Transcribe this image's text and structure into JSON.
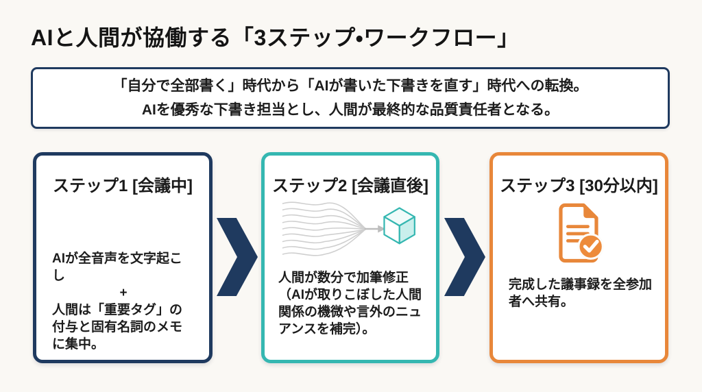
{
  "title": "AIと人間が協働する「3ステップ・ワークフロー」",
  "intro": {
    "line1": "「自分で全部書く」時代から「AIが書いた下書きを直す」時代への転換。",
    "line2": "AIを優秀な下書き担当とし、人間が最終的な品質責任者となる。"
  },
  "steps": [
    {
      "title": "ステップ1 [会議中]",
      "body_line1": "AIが全音声を文字起こし",
      "body_plus": "+",
      "body_line2": "人間は「重要タグ」の付与と固有名詞のメモに集中。",
      "accent_color": "#1f3a5f"
    },
    {
      "title": "ステップ2 [会議直後]",
      "icon": "waveform-to-cube-icon",
      "body": "人間が数分で加筆修正（AIが取りこぼした人間関係の機微や言外のニュアンスを補完）。",
      "accent_color": "#35b7b1"
    },
    {
      "title": "ステップ3 [30分以内]",
      "icon": "document-check-icon",
      "body": "完成した議事録を全参加者へ共有。",
      "accent_color": "#e8873a"
    }
  ],
  "arrow_icon": "chevron-right-icon",
  "colors": {
    "background": "#faf8f4",
    "card_background": "#ffffff",
    "navy": "#1f3a5f",
    "teal": "#35b7b1",
    "orange": "#e8873a",
    "arrow": "#1f3a5f",
    "text": "#1c1c1c"
  }
}
